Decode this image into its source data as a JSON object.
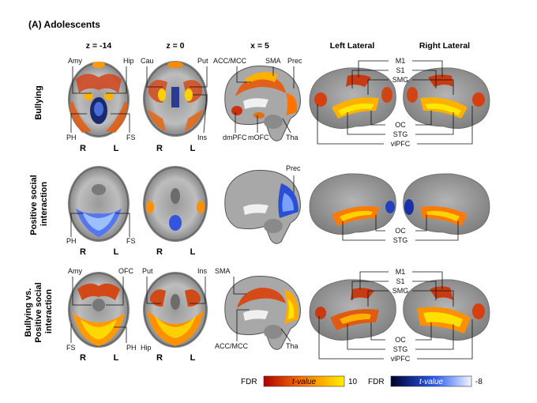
{
  "panel_title": "(A) Adolescents",
  "columns": [
    "z = -14",
    "z = 0",
    "x = 5",
    "Left Lateral",
    "Right Lateral"
  ],
  "rows": [
    {
      "name": "Bullying",
      "lines": [
        "Bullying"
      ]
    },
    {
      "name": "Positive social interaction",
      "lines": [
        "Positive social",
        "interaction"
      ]
    },
    {
      "name": "Bullying vs. Positive social interaction",
      "lines": [
        "Bullying vs.",
        "Positive social",
        "interaction"
      ]
    }
  ],
  "orientation": {
    "right": "R",
    "left": "L"
  },
  "labels": {
    "row1": {
      "amy": "Amy",
      "hip": "Hip",
      "ph": "PH",
      "fs": "FS",
      "cau": "Cau",
      "put": "Put",
      "ins": "Ins",
      "acc": "ACC/MCC",
      "sma": "SMA",
      "prec": "Prec",
      "dmpfc": "dmPFC",
      "mofc": "mOFC",
      "tha": "Tha",
      "m1": "M1",
      "s1": "S1",
      "smg": "SMG",
      "oc": "OC",
      "stg": "STG",
      "vlpfc": "vlPFC"
    },
    "row2": {
      "ph": "PH",
      "fs": "FS",
      "prec": "Prec",
      "oc": "OC",
      "stg": "STG"
    },
    "row3": {
      "amy": "Amy",
      "ofc": "OFC",
      "fs": "FS",
      "ph": "PH",
      "hip": "Hip",
      "put": "Put",
      "ins": "Ins",
      "sma": "SMA",
      "acc": "ACC/MCC",
      "tha": "Tha",
      "m1": "M1",
      "s1": "S1",
      "smg": "SMG",
      "oc": "OC",
      "stg": "STG",
      "vlpfc": "vlPFC"
    }
  },
  "colorbars": {
    "positive": {
      "fdr": "FDR",
      "label": "t-value",
      "max": "10",
      "colors": [
        "#c01010",
        "#ff8000",
        "#ffee00"
      ]
    },
    "negative": {
      "fdr": "FDR",
      "label": "t-value",
      "max": "-8",
      "colors": [
        "#000030",
        "#2050ff",
        "#eef6ff"
      ]
    }
  }
}
